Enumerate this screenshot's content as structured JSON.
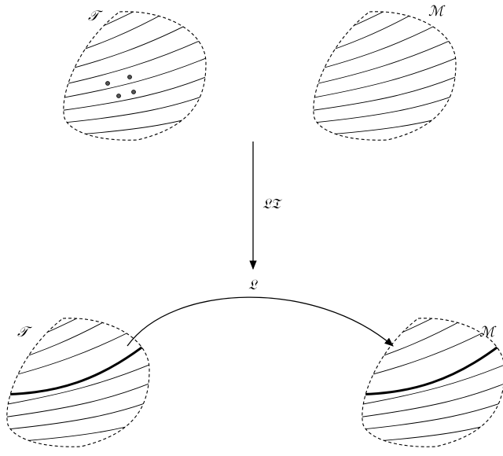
{
  "labels": {
    "top_left_space": "𝒯",
    "top_right_space": "ℳ",
    "vertical_map": "𝔏𝔗",
    "curved_map": "𝔏",
    "bottom_left_space": "𝒯",
    "bottom_right_space": "ℳ"
  },
  "colors": {
    "stroke": "#000000",
    "background": "#ffffff",
    "dot_fill": "#555555"
  }
}
